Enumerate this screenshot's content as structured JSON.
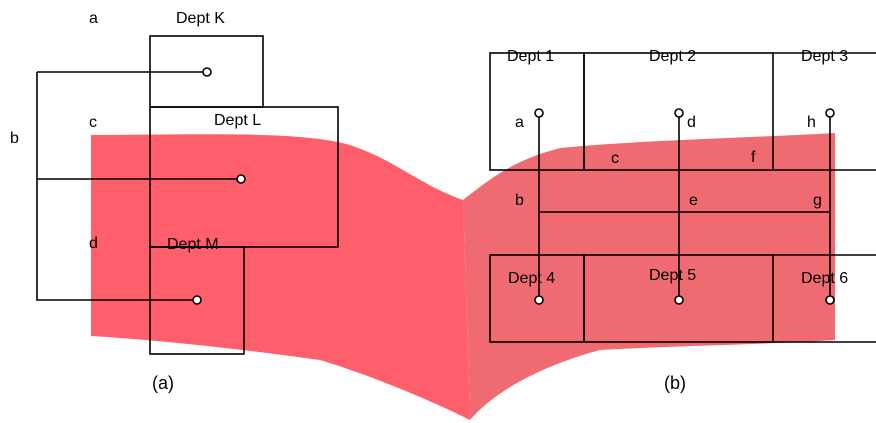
{
  "colors": {
    "book_left": "#fe5f6b",
    "book_right": "#f06a72",
    "stroke": "#000000"
  },
  "panel_a": {
    "caption": "(a)",
    "dept_k": "Dept K",
    "dept_l": "Dept L",
    "dept_m": "Dept M",
    "wire_labels": {
      "a": "a",
      "b": "b",
      "c": "c",
      "d": "d"
    }
  },
  "panel_b": {
    "caption": "(b)",
    "depts_top": [
      "Dept 1",
      "Dept 2",
      "Dept 3"
    ],
    "depts_bottom": [
      "Dept 4",
      "Dept 5",
      "Dept 6"
    ],
    "wire_labels": {
      "a": "a",
      "b": "b",
      "c": "c",
      "d": "d",
      "e": "e",
      "f": "f",
      "g": "g",
      "h": "h"
    }
  }
}
